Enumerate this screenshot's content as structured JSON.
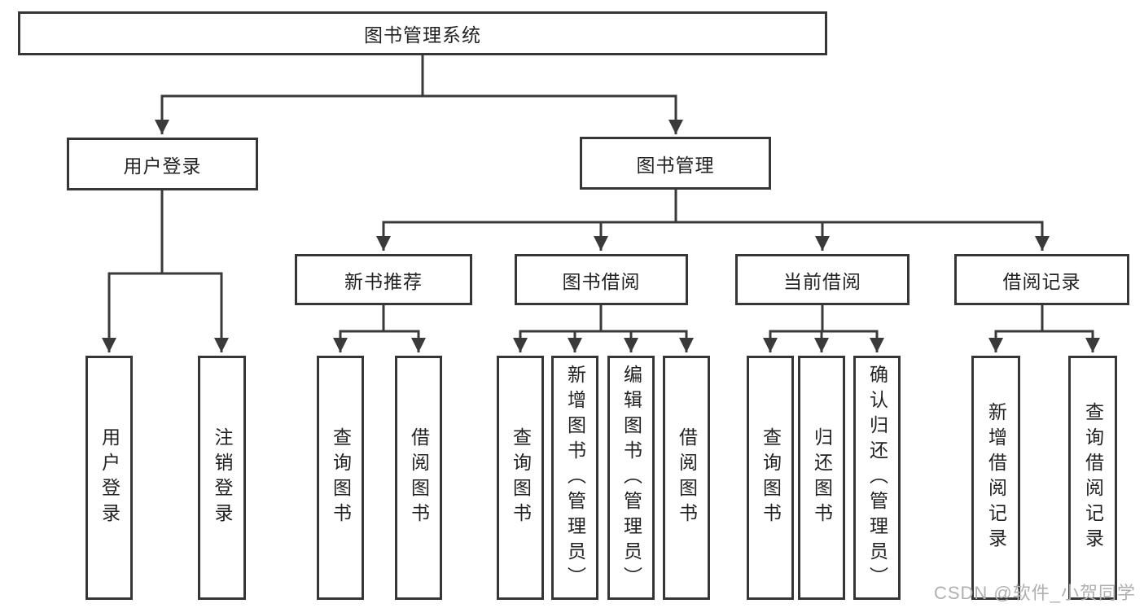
{
  "colors": {
    "background": "#ffffff",
    "line": "#3a3a3a",
    "box_border": "#363636",
    "text": "#222222",
    "watermark_text": "#b0b0b0"
  },
  "nodes": {
    "root": {
      "label": "图书管理系统"
    },
    "user_login": {
      "label": "用户登录"
    },
    "book_management": {
      "label": "图书管理"
    },
    "new_book_recommend": {
      "label": "新书推荐"
    },
    "book_borrowing": {
      "label": "图书借阅"
    },
    "current_borrowing": {
      "label": "当前借阅"
    },
    "borrowing_records": {
      "label": "借阅记录"
    },
    "leaves": {
      "user_login": {
        "label": "用户登录"
      },
      "logout": {
        "label": "注销登录"
      },
      "nb_query_books": {
        "label": "查询图书"
      },
      "nb_borrow_books": {
        "label": "借阅图书"
      },
      "bb_query_books": {
        "label": "查询图书"
      },
      "bb_add_books": {
        "label": "新增图书（管理员）"
      },
      "bb_edit_books": {
        "label": "编辑图书（管理员）"
      },
      "bb_borrow_books": {
        "label": "借阅图书"
      },
      "cb_query_books": {
        "label": "查询图书"
      },
      "cb_return_books": {
        "label": "归还图书"
      },
      "cb_confirm_return": {
        "label": "确认归还（管理员）"
      },
      "br_add_record": {
        "label": "新增借阅记录"
      },
      "br_query_record": {
        "label": "查询借阅记录"
      }
    }
  },
  "watermark": {
    "text": "CSDN @软件_小贺同学"
  }
}
